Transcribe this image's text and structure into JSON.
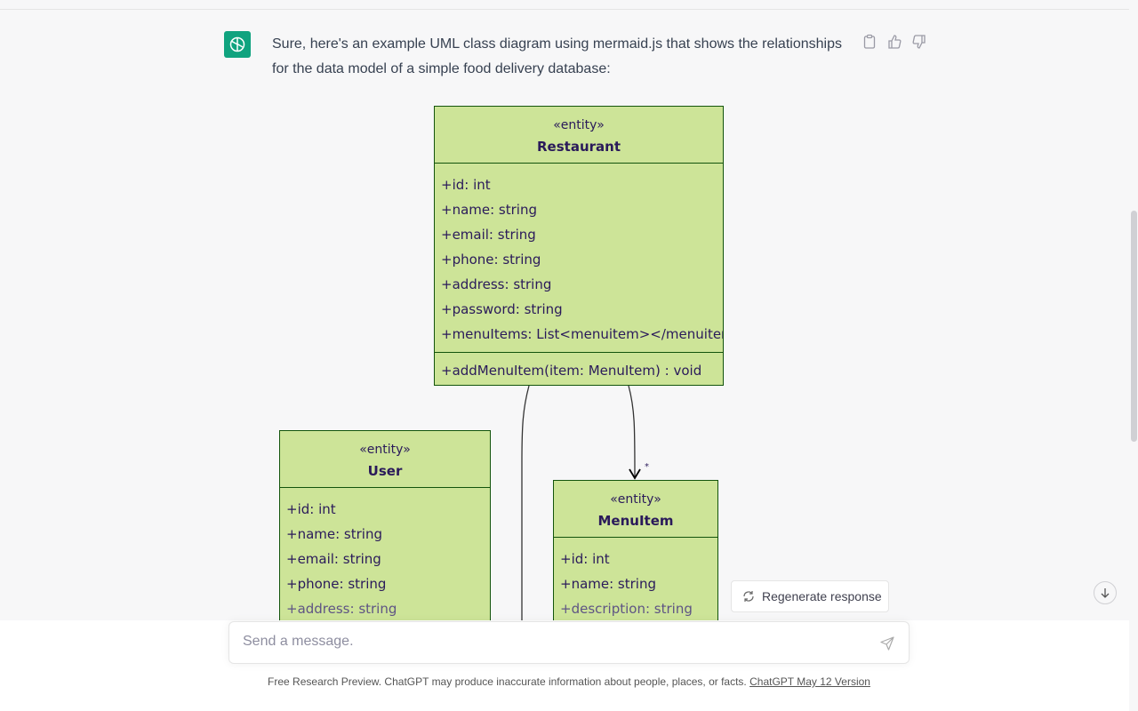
{
  "message": {
    "text": "Sure, here's an example UML class diagram using mermaid.js that shows the relationships for the data model of a simple food delivery database:"
  },
  "actions": {
    "icons": [
      "clipboard-icon",
      "thumbs-up-icon",
      "thumbs-down-icon"
    ]
  },
  "diagram": {
    "restaurant": {
      "stereotype": "«entity»",
      "name": "Restaurant",
      "attributes": [
        "+id: int",
        "+name: string",
        "+email: string",
        "+phone: string",
        "+address: string",
        "+password: string",
        "+menuItems: List<menuitem></menuitem>"
      ],
      "methods": [
        "+addMenuItem(item: MenuItem) : void"
      ]
    },
    "user": {
      "stereotype": "«entity»",
      "name": "User",
      "attributes": [
        "+id: int",
        "+name: string",
        "+email: string",
        "+phone: string",
        "+address: string"
      ]
    },
    "menuitem": {
      "stereotype": "«entity»",
      "name": "MenuItem",
      "attributes": [
        "+id: int",
        "+name: string",
        "+description: string"
      ]
    },
    "multiplicity": "*",
    "colors": {
      "fill": "#cde498",
      "stroke": "#13540c",
      "text": "#2a1a5a"
    }
  },
  "regenerate": {
    "label": "Regenerate response"
  },
  "input": {
    "placeholder": "Send a message."
  },
  "footer": {
    "text": "Free Research Preview. ChatGPT may produce inaccurate information about people, places, or facts. ",
    "link": "ChatGPT May 12 Version"
  },
  "colors": {
    "brand": "#10a37f",
    "background": "#f7f7f8"
  }
}
